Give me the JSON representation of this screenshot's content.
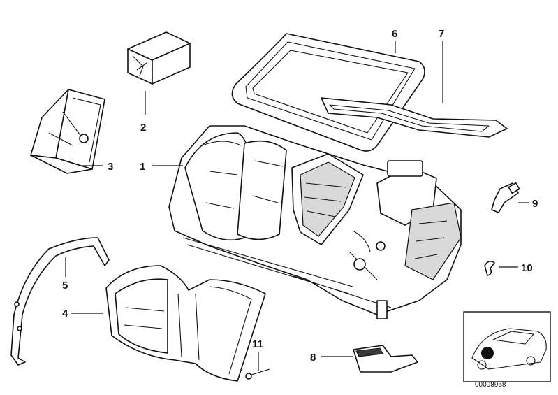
{
  "diagram": {
    "callouts": [
      {
        "id": "1",
        "text": "1"
      },
      {
        "id": "2",
        "text": "2"
      },
      {
        "id": "3",
        "text": "3"
      },
      {
        "id": "4",
        "text": "4"
      },
      {
        "id": "5",
        "text": "5"
      },
      {
        "id": "6",
        "text": "6"
      },
      {
        "id": "7",
        "text": "7"
      },
      {
        "id": "8",
        "text": "8"
      },
      {
        "id": "9",
        "text": "9"
      },
      {
        "id": "10",
        "text": "10"
      },
      {
        "id": "11",
        "text": "11"
      }
    ],
    "reference_number": "00008958"
  }
}
